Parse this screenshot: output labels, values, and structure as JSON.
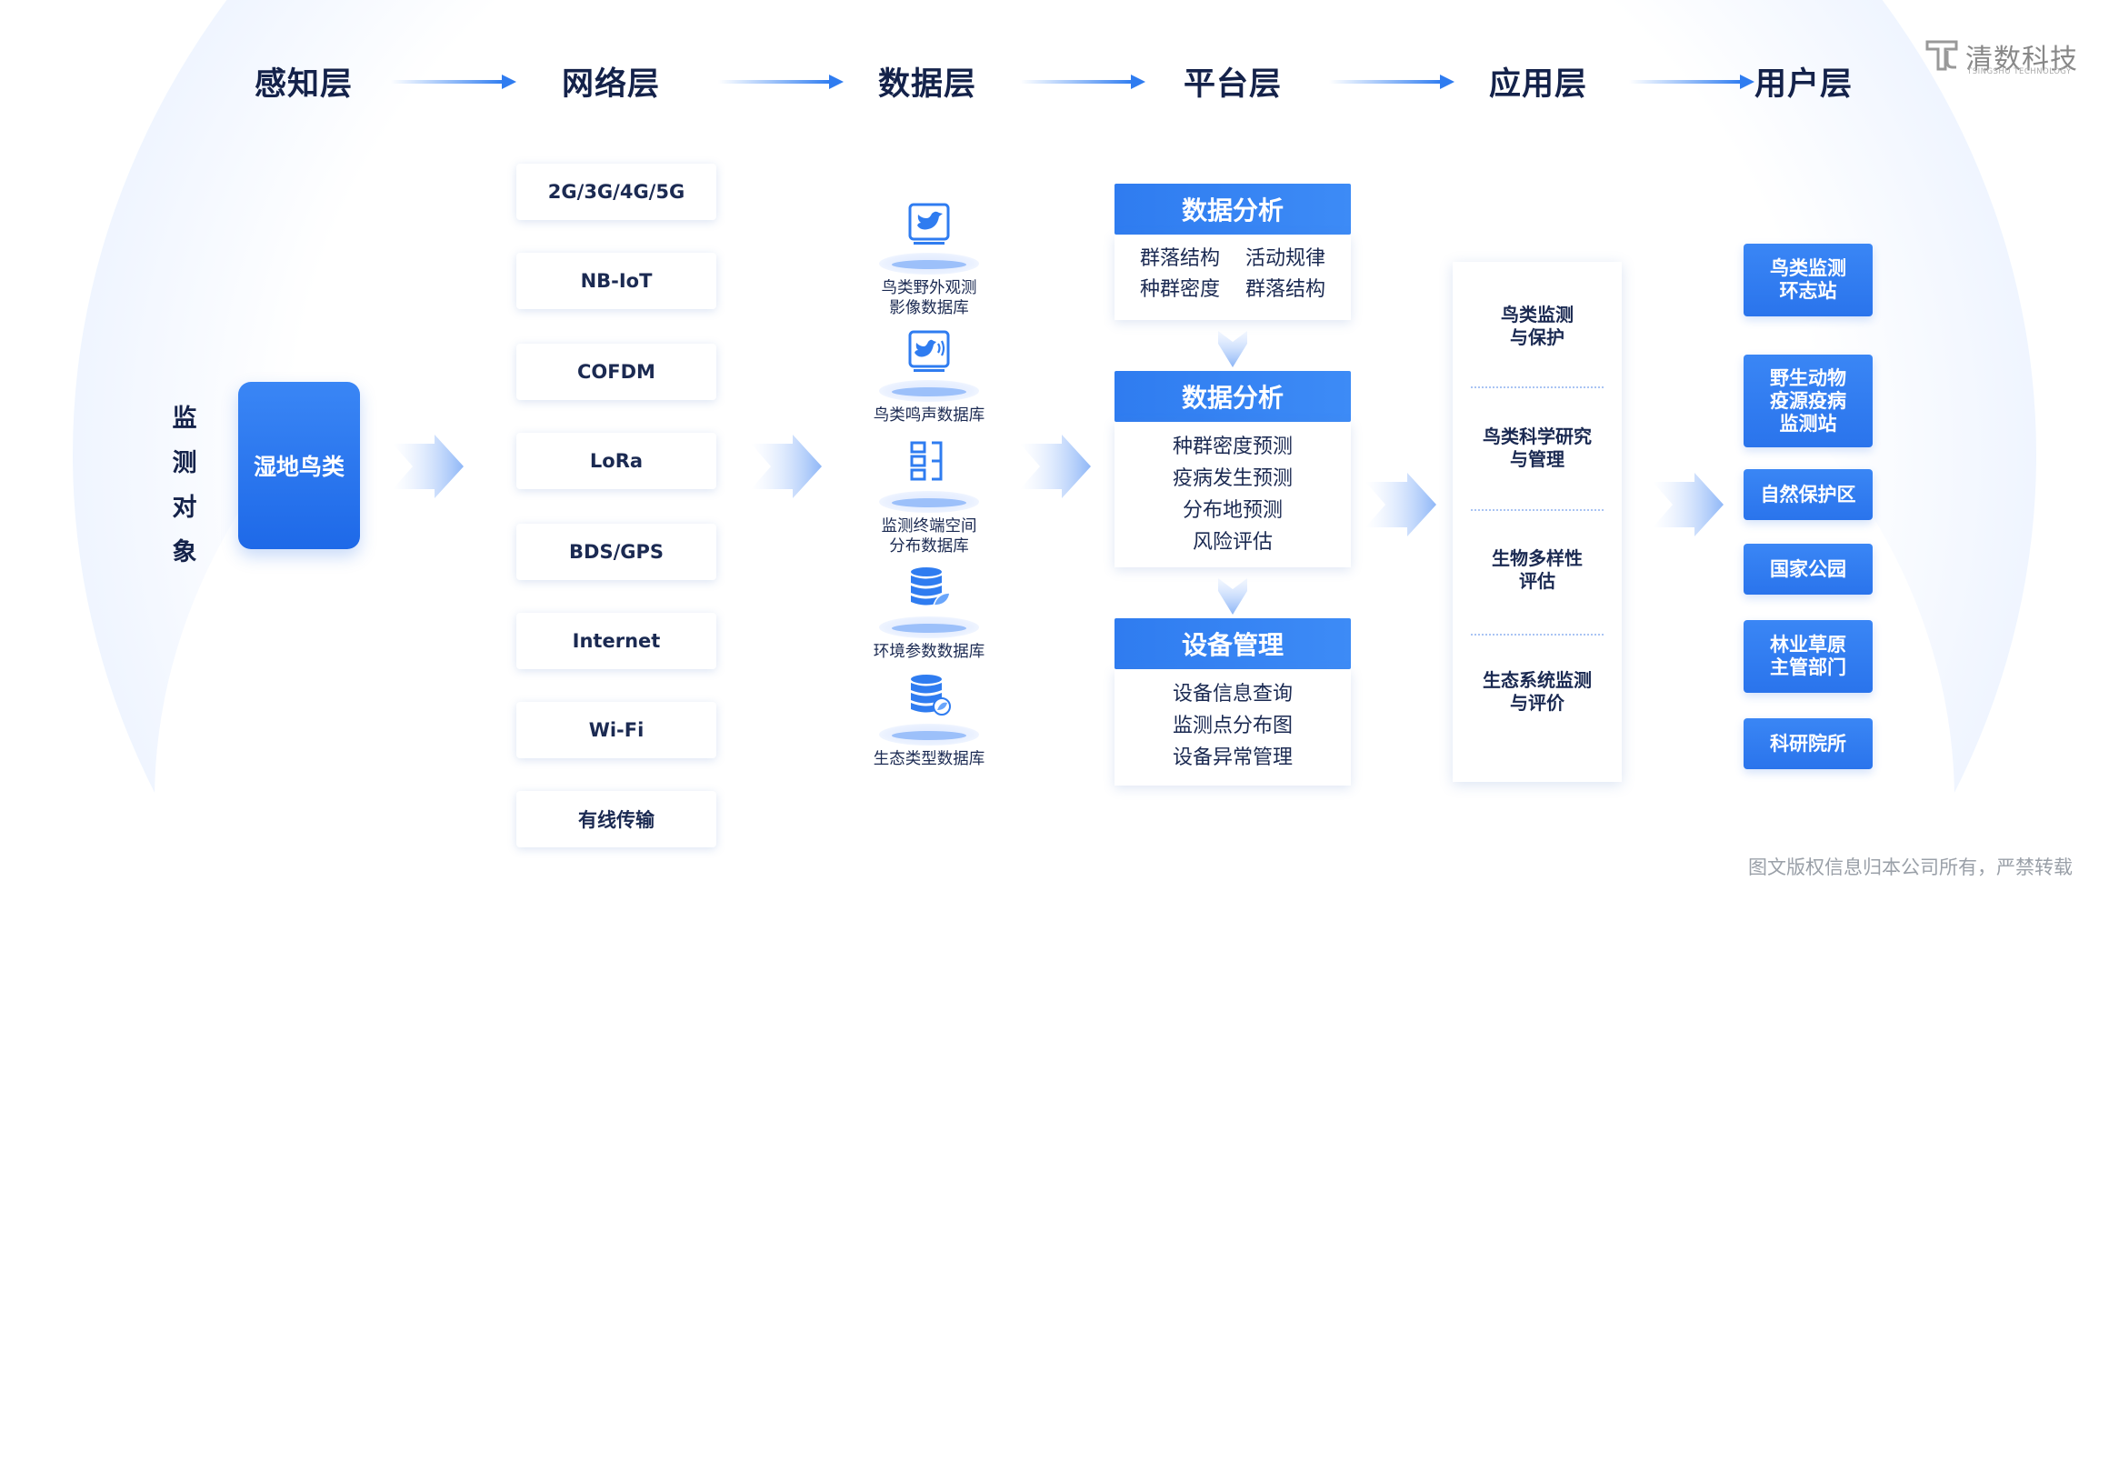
{
  "header": {
    "layers": [
      "感知层",
      "网络层",
      "数据层",
      "平台层",
      "应用层",
      "用户层"
    ]
  },
  "logo": {
    "name": "清数科技",
    "sub": "TSINGSHU TECHNOLOGY"
  },
  "sensing": {
    "vertical_label": [
      "监",
      "测",
      "对",
      "象"
    ],
    "object": "湿地鸟类"
  },
  "network": {
    "items": [
      "2G/3G/4G/5G",
      "NB-IoT",
      "COFDM",
      "LoRa",
      "BDS/GPS",
      "Internet",
      "Wi-Fi",
      "有线传输"
    ]
  },
  "data": {
    "databases": [
      {
        "icon": "bird-camera-icon",
        "lines": [
          "鸟类野外观测",
          "影像数据库"
        ]
      },
      {
        "icon": "bird-sound-icon",
        "lines": [
          "鸟类鸣声数据库"
        ]
      },
      {
        "icon": "spatial-grid-icon",
        "lines": [
          "监测终端空间",
          "分布数据库"
        ]
      },
      {
        "icon": "environment-database-icon",
        "lines": [
          "环境参数数据库"
        ]
      },
      {
        "icon": "ecology-database-icon",
        "lines": [
          "生态类型数据库"
        ]
      }
    ]
  },
  "platform": {
    "block1": {
      "title": "数据分析",
      "items": [
        "群落结构",
        "活动规律",
        "种群密度",
        "群落结构"
      ]
    },
    "block2": {
      "title": "数据分析",
      "items": [
        "种群密度预测",
        "疫病发生预测",
        "分布地预测",
        "风险评估"
      ]
    },
    "block3": {
      "title": "设备管理",
      "items": [
        "设备信息查询",
        "监测点分布图",
        "设备异常管理"
      ]
    }
  },
  "application": {
    "items": [
      [
        "鸟类监测",
        "与保护"
      ],
      [
        "鸟类科学研究",
        "与管理"
      ],
      [
        "生物多样性",
        "评估"
      ],
      [
        "生态系统监测",
        "与评价"
      ]
    ]
  },
  "users": {
    "items": [
      [
        "鸟类监测",
        "环志站"
      ],
      [
        "野生动物",
        "疫源疫病",
        "监测站"
      ],
      [
        "自然保护区"
      ],
      [
        "国家公园"
      ],
      [
        "林业草原",
        "主管部门"
      ],
      [
        "科研院所"
      ]
    ]
  },
  "footer": {
    "copyright": "图文版权信息归本公司所有，严禁转载"
  },
  "colors": {
    "accent": "#2f7cf0",
    "text": "#1b2a52",
    "muted": "#9aa0a8"
  }
}
